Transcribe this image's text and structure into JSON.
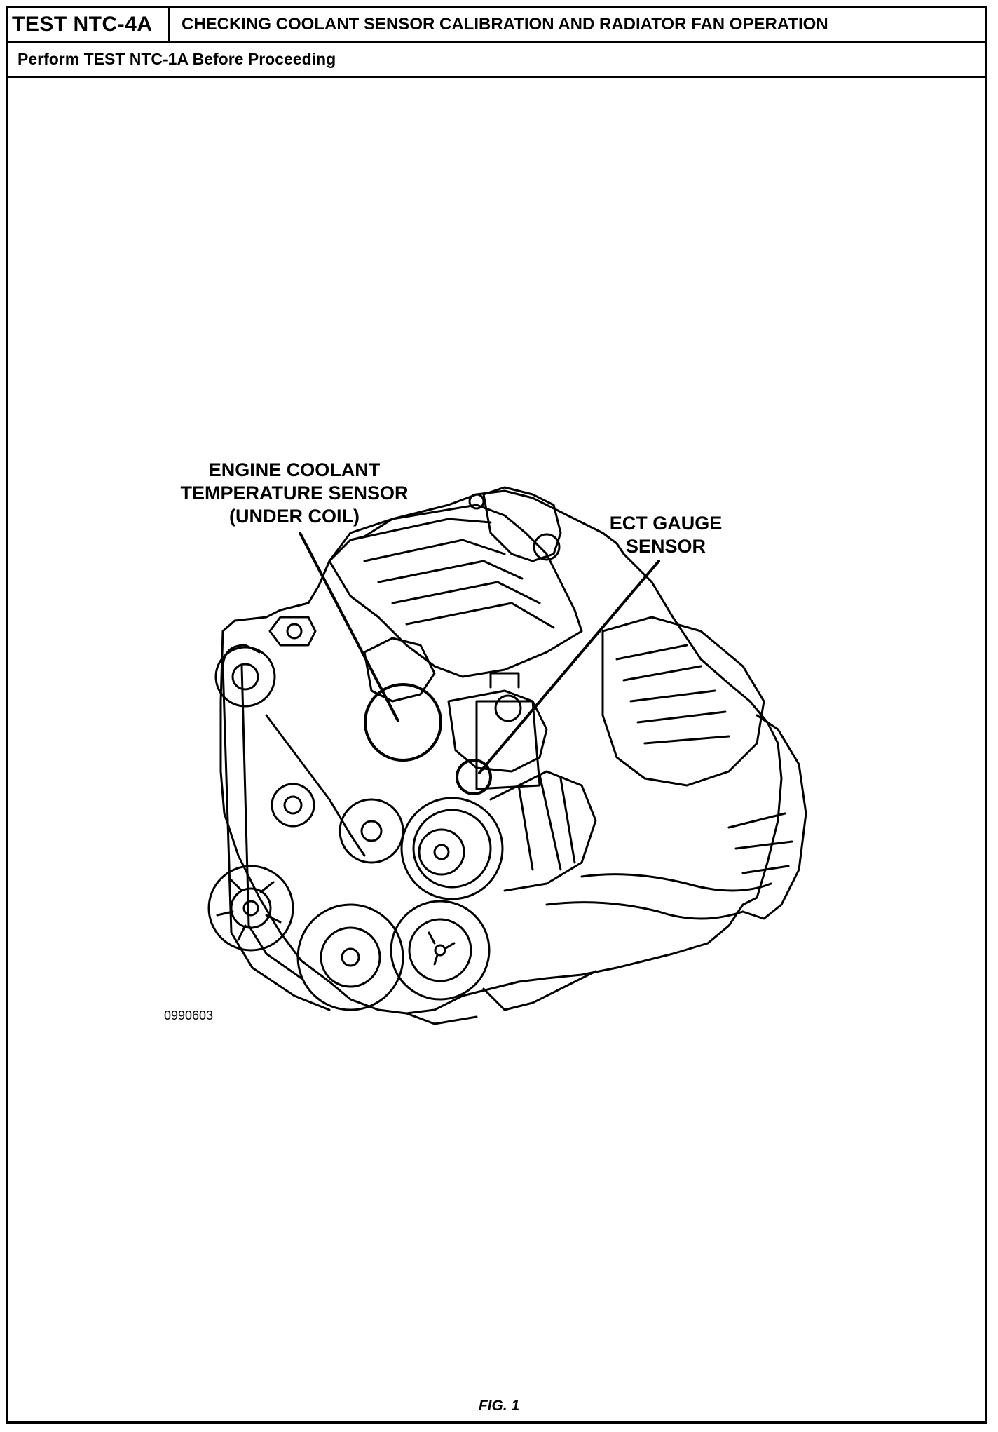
{
  "header": {
    "test_id": "TEST NTC-4A",
    "title": "CHECKING COOLANT SENSOR CALIBRATION AND RADIATOR FAN OPERATION"
  },
  "prerequisite": "Perform TEST NTC-1A Before Proceeding",
  "figure": {
    "callouts": {
      "ect_sensor": [
        "ENGINE COOLANT",
        "TEMPERATURE SENSOR",
        "(UNDER COIL)"
      ],
      "ect_gauge": [
        "ECT GAUGE",
        "SENSOR"
      ]
    },
    "reference_number": "0990603",
    "caption": "FIG. 1"
  }
}
